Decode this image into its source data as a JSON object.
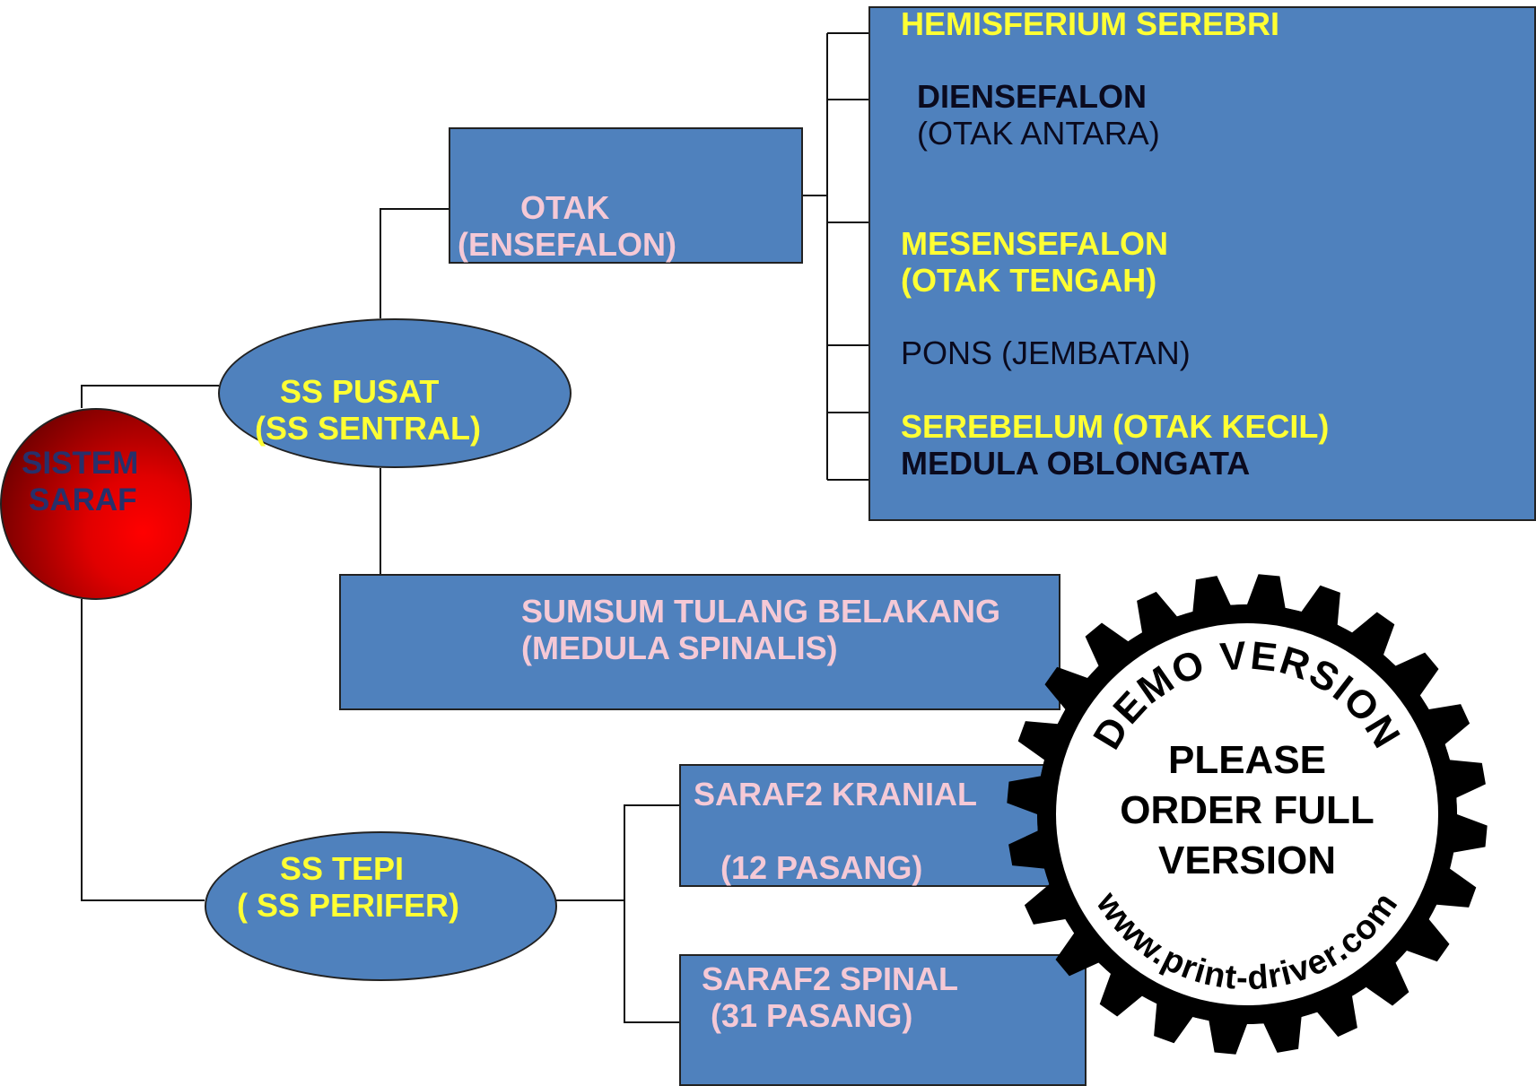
{
  "root": {
    "line1": "SISTEM",
    "line2": "SARAF"
  },
  "ss_pusat": {
    "line1": "SS PUSAT",
    "line2": "(SS SENTRAL)"
  },
  "ss_tepi": {
    "line1": "SS TEPI",
    "line2": "( SS PERIFER)"
  },
  "otak": {
    "line1": "OTAK",
    "line2": "(ENSEFALON)"
  },
  "sumsum": {
    "line1": "SUMSUM TULANG BELAKANG",
    "line2": "(MEDULA SPINALIS)"
  },
  "kranial": {
    "line1": "SARAF2 KRANIAL",
    "line2": "(12 PASANG)"
  },
  "spinal": {
    "line1": "SARAF2 SPINAL",
    "line2": "(31 PASANG)"
  },
  "brain_parts": {
    "hemisferium": "HEMISFERIUM SEREBRI",
    "diensefalon": "DIENSEFALON",
    "diensefalon_sub": "(OTAK ANTARA)",
    "mesensefalon": "MESENSEFALON",
    "mesensefalon_sub": "(OTAK TENGAH)",
    "pons": "PONS (JEMBATAN)",
    "serebelum": "SEREBELUM (OTAK  KECIL)",
    "medula": "MEDULA OBLONGATA"
  },
  "stamp": {
    "arc_top": "DEMO VERSION",
    "line1": "PLEASE",
    "line2": "ORDER FULL",
    "line3": "VERSION",
    "arc_bottom": "www.print-driver.com"
  },
  "colors": {
    "box_fill": "#4f81bd",
    "pink_text": "#f5c9d6",
    "yellow_text": "#ffff33",
    "root_red": "#ff0000"
  }
}
